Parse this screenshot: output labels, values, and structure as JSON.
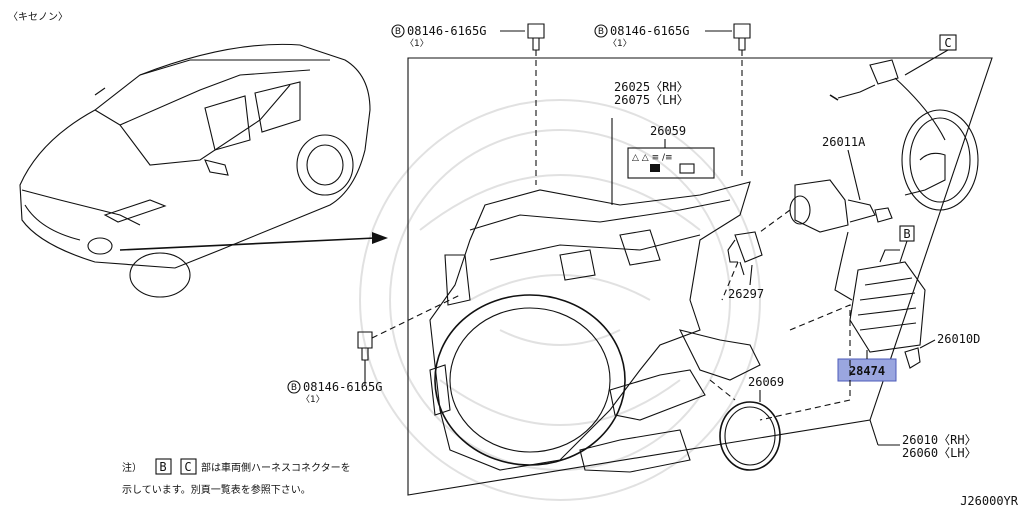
{
  "header_note": "〈キセノン〉",
  "diagram_code": "J26000YR",
  "parts": {
    "bolt_top_left": {
      "circled": "B",
      "number": "08146-6165G",
      "qty": "〈1〉"
    },
    "bolt_top_right": {
      "circled": "B",
      "number": "08146-6165G",
      "qty": "〈1〉"
    },
    "bolt_bottom_left": {
      "circled": "B",
      "number": "08146-6165G",
      "qty": "〈1〉"
    },
    "headlamp_rh": "26025〈RH〉",
    "headlamp_lh": "26075〈LH〉",
    "label_26059": "26059",
    "label_26011A": "26011A",
    "label_26297": "26297",
    "label_26069": "26069",
    "label_26010D": "26010D",
    "label_28474": "28474",
    "assy_rh": "26010〈RH〉",
    "assy_lh": "26060〈LH〉"
  },
  "connectors": {
    "c": "C",
    "b": "B"
  },
  "note": {
    "prefix": "注）",
    "box_b": "B",
    "box_c": "C",
    "line1": "部は車両側ハーネスコネクターを",
    "line2": "示しています。別頁一覧表を参照下さい。"
  },
  "caution_label_text": "△ △ ≡ /≡"
}
